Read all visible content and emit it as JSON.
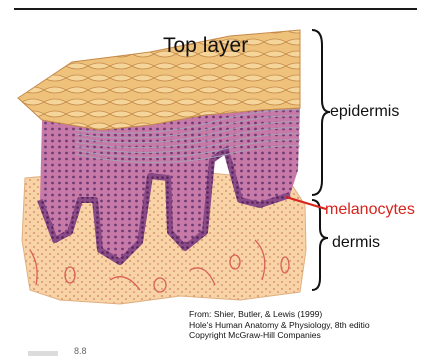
{
  "labels": {
    "top_layer": "Top layer",
    "epidermis": "epidermis",
    "melanocytes": "melanocytes",
    "dermis": "dermis"
  },
  "credit": {
    "line1": "From: Shier, Butler, & Lewis (1999)",
    "line2": "Hole's Human Anatomy & Physiology, 8th editio",
    "line3": "Copyright McGraw-Hill Companies"
  },
  "fragment": "8.8",
  "colors": {
    "melanocyte_label": "#d8221c",
    "surface": "#eec17a",
    "epidermis": "#c678a6",
    "basal_layer": "#7f3a7e",
    "dermis": "#f6cf9e",
    "vessels": "#d96058"
  }
}
